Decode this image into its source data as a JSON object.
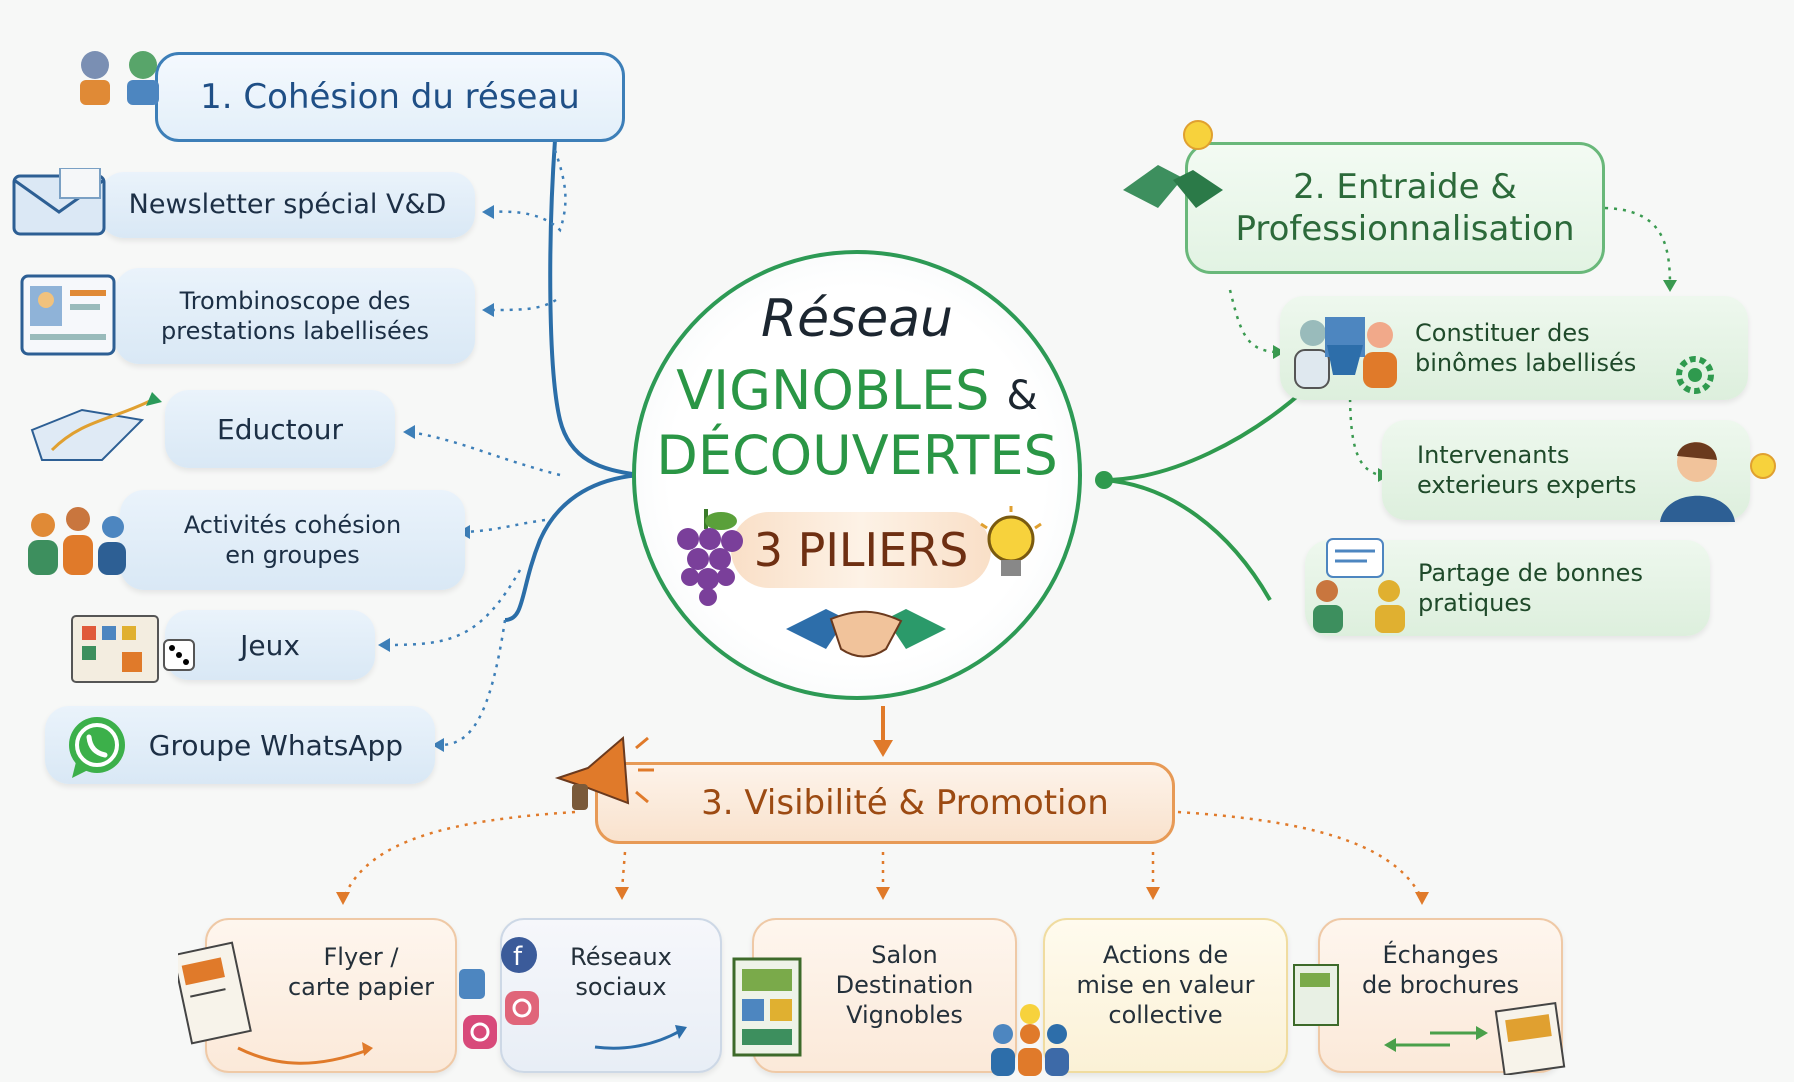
{
  "center": {
    "title": "Réseau",
    "brand_line1": "VIGNOBLES",
    "brand_amp": "&",
    "brand_line2": "DÉCOUVERTES",
    "pillars": "3 PILIERS"
  },
  "pillar1": {
    "title": "1. Cohésion du réseau",
    "color": "#3d7fb8",
    "items": [
      {
        "label": "Newsletter spécial V&D",
        "icon": "envelope-icon"
      },
      {
        "label": "Trombinoscope des prestations labellisées",
        "icon": "profile-card-icon"
      },
      {
        "label": "Eductour",
        "icon": "map-icon"
      },
      {
        "label": "Activités cohésion en groupes",
        "icon": "people-group-icon"
      },
      {
        "label": "Jeux",
        "icon": "board-game-icon"
      },
      {
        "label": "Groupe WhatsApp",
        "icon": "whatsapp-icon"
      }
    ]
  },
  "pillar2": {
    "title_line1": "2. Entraide &",
    "title_line2": "Professionnalisation",
    "color": "#2f9a4e",
    "items": [
      {
        "label": "Constituer des binômes labellisés",
        "icon": "team-pair-icon"
      },
      {
        "label": "Intervenants exterieurs experts",
        "icon": "expert-icon"
      },
      {
        "label": "Partage de bonnes pratiques",
        "icon": "sharing-icon"
      }
    ]
  },
  "pillar3": {
    "title": "3. Visibilité & Promotion",
    "color": "#e07a2a",
    "items": [
      {
        "label_line1": "Flyer /",
        "label_line2": "carte papier",
        "label_line3": "",
        "icon": "flyer-icon"
      },
      {
        "label_line1": "Réseaux",
        "label_line2": "sociaux",
        "label_line3": "",
        "icon": "social-media-icon"
      },
      {
        "label_line1": "Salon",
        "label_line2": "Destination",
        "label_line3": "Vignobles",
        "icon": "fair-stand-icon"
      },
      {
        "label_line1": "Actions de",
        "label_line2": "mise en valeur",
        "label_line3": "collective",
        "icon": "crowd-icon"
      },
      {
        "label_line1": "Échanges",
        "label_line2": "de brochures",
        "label_line3": "",
        "icon": "brochure-icon"
      }
    ]
  }
}
